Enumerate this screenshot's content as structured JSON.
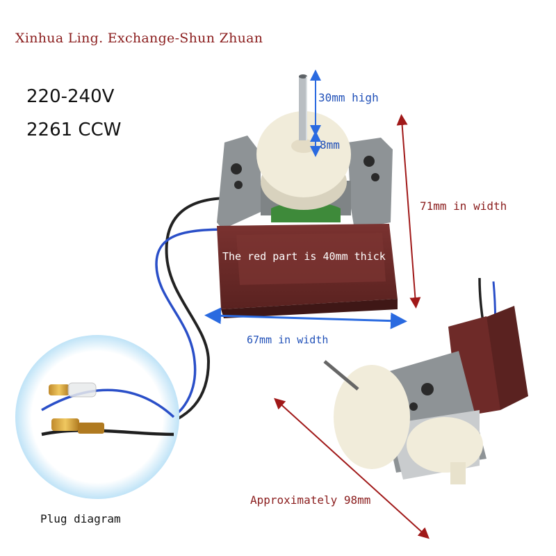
{
  "header": {
    "title": "Xinhua Ling. Exchange-Shun Zhuan",
    "voltage": "220-240V",
    "model": "2261 CCW"
  },
  "dimensions": {
    "shaft_height": "30mm high",
    "shaft_base": "8mm",
    "height_label": "71mm in width",
    "red_part": "The red part is 40mm thick",
    "width_label": "67mm in width",
    "diagonal_label": "Approximately 98mm"
  },
  "inset": {
    "caption": "Plug diagram"
  },
  "colors": {
    "title_red": "#8a1c1c",
    "dimension_blue": "#2050b8",
    "coil_red": "#6e2a28",
    "frame_grey": "#8e9396",
    "fan_cream": "#f1ecda"
  }
}
